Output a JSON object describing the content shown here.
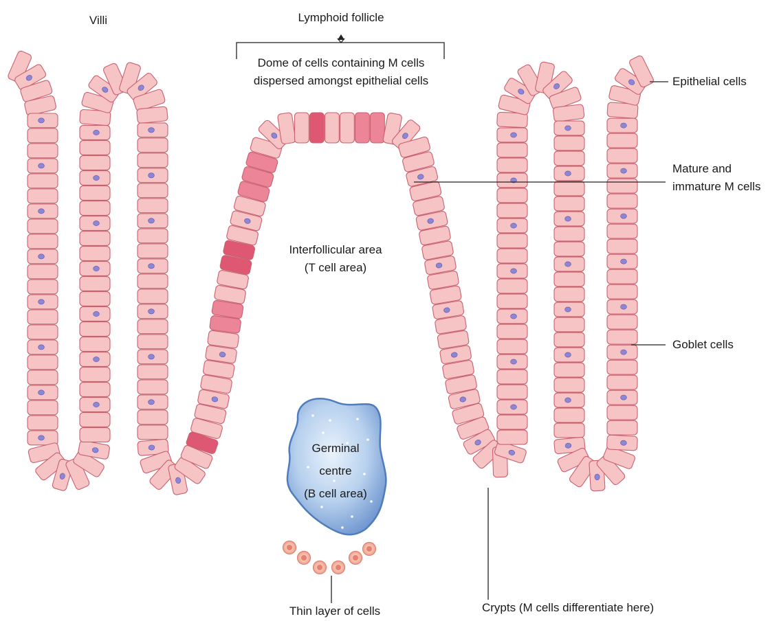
{
  "labels": {
    "villi": "Villi",
    "lymphoid_follicle": "Lymphoid follicle",
    "dome_line1": "Dome of cells containing M cells",
    "dome_line2": "dispersed amongst epithelial cells",
    "epithelial_cells": "Epithelial cells",
    "m_cells_line1": "Mature and",
    "m_cells_line2": "immature M cells",
    "interfollicular_line1": "Interfollicular area",
    "interfollicular_line2": "(T cell area)",
    "goblet_cells": "Goblet cells",
    "germinal_line1": "Germinal",
    "germinal_line2": "centre",
    "germinal_line3": "(B cell area)",
    "thin_layer": "Thin layer of cells",
    "crypts": "Crypts (M cells differentiate here)"
  },
  "colors": {
    "cell_fill": "#f7c4c6",
    "cell_edge": "#c9606e",
    "nucleus": "#8d86d6",
    "m_cell_dark": "#de5873",
    "m_cell_mid": "#ec8598",
    "germinal_fill": "#9ebfe6",
    "germinal_edge": "#4f7cbc",
    "small_cell": "#f2a493",
    "line": "#222222"
  }
}
